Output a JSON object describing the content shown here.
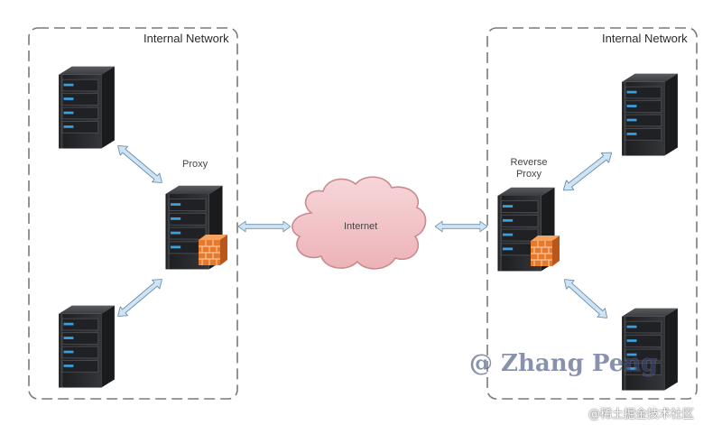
{
  "networks": {
    "left_label": "Internal Network",
    "right_label": "Internal Network"
  },
  "nodes": {
    "proxy_label": "Proxy",
    "reverse_proxy_label_line1": "Reverse",
    "reverse_proxy_label_line2": "Proxy",
    "internet_label": "Internet"
  },
  "watermark": "@ Zhang Peng",
  "credit": "@稀土掘金技术社区",
  "colors": {
    "server_body": "#2a2b2e",
    "drive_light": "#3aa0e0",
    "firewall": "#e8782a",
    "cloud_fill": "#f2c4c8",
    "cloud_stroke": "#c98a90",
    "arrow_fill": "#cfe3f3",
    "arrow_stroke": "#6a8fae",
    "boundary": "#7a7a7a"
  },
  "icons": [
    "server-icon",
    "firewall-icon",
    "cloud-icon",
    "double-arrow-icon"
  ]
}
